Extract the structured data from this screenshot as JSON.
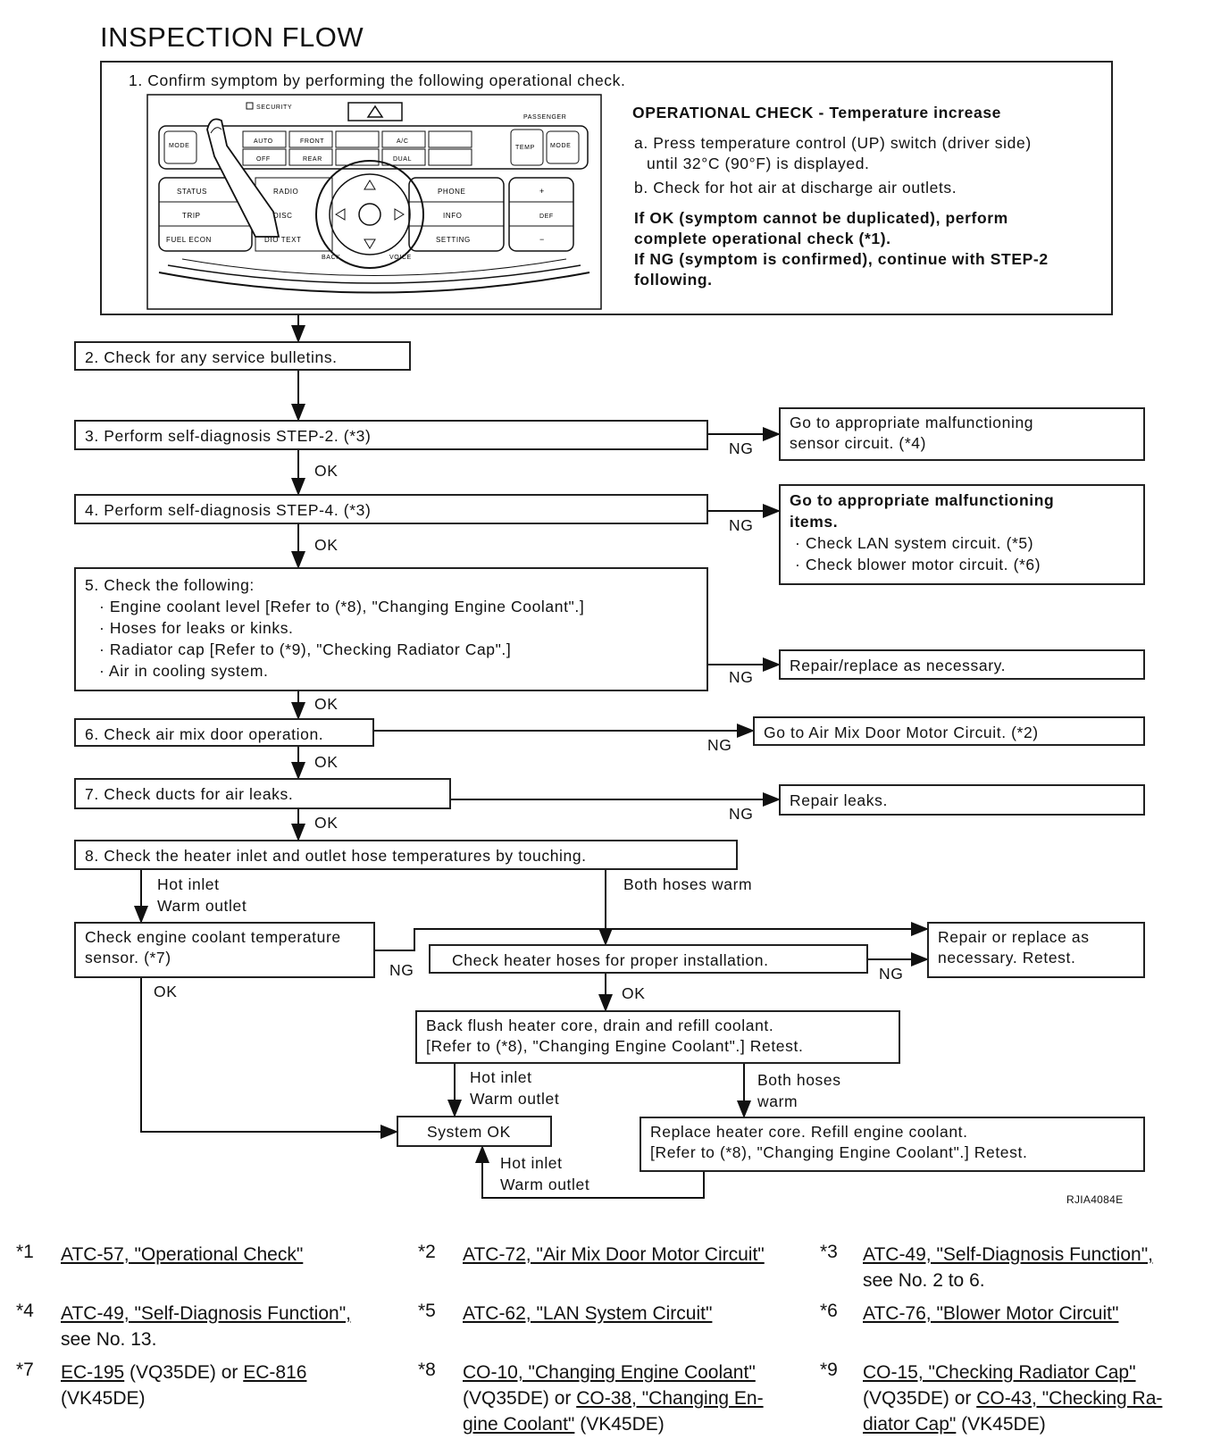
{
  "title": "INSPECTION FLOW",
  "step1": {
    "text": "1. Confirm symptom by performing the following operational check.",
    "check_title": "OPERATIONAL CHECK - Temperature increase",
    "a1": "a. Press temperature control (UP) switch (driver side)",
    "a2": "until 32°C (90°F) is displayed.",
    "b": "b. Check for hot air at discharge air outlets.",
    "ok1": "If OK (symptom cannot be duplicated), perform",
    "ok2": "complete operational check (*1).",
    "ng1": "If NG (symptom is confirmed), continue with STEP-2",
    "ng2": "following."
  },
  "panel": {
    "security": "SECURITY",
    "passenger": "PASSENGER",
    "mode": "MODE",
    "auto": "AUTO",
    "off": "OFF",
    "front": "FRONT",
    "rear": "REAR",
    "ac": "A/C",
    "dual": "DUAL",
    "temp": "TEMP",
    "status": "STATUS",
    "trip": "TRIP",
    "fuel": "FUEL ECON",
    "radio": "RADIO",
    "disc": "DISC",
    "dio": "DIO TEXT",
    "phone": "PHONE",
    "info": "INFO",
    "setting": "SETTING",
    "def": "DEF",
    "back": "BACK",
    "voice": "VOICE",
    "plus": "+",
    "minus": "−"
  },
  "step2": "2. Check for any service bulletins.",
  "step3": "3. Perform self-diagnosis STEP-2. (*3)",
  "step3_ng": {
    "l1": "Go to appropriate malfunctioning",
    "l2": "sensor circuit. (*4)"
  },
  "step4": "4. Perform self-diagnosis STEP-4. (*3)",
  "step4_ng": {
    "l1": "Go to appropriate malfunctioning",
    "l2": "items.",
    "l3": "· Check LAN system circuit. (*5)",
    "l4": "· Check blower motor circuit. (*6)"
  },
  "step5": {
    "l1": "5.  Check the following:",
    "l2": "· Engine coolant level [Refer to (*8), \"Changing Engine Coolant\".]",
    "l3": "· Hoses for leaks or kinks.",
    "l4": "· Radiator cap [Refer to (*9), \"Checking Radiator Cap\".]",
    "l5": "· Air in cooling system."
  },
  "step5_ng": "Repair/replace as necessary.",
  "step6": "6. Check air mix door operation.",
  "step6_ng": "Go to Air Mix Door Motor Circuit. (*2)",
  "step7": "7. Check ducts for air leaks.",
  "step7_ng": "Repair leaks.",
  "step8": "8. Check the heater inlet and outlet hose temperatures by touching.",
  "hot_inlet": "Hot inlet",
  "warm_outlet": "Warm outlet",
  "both_warm": "Both hoses warm",
  "both_hoses": "Both hoses",
  "warm": "warm",
  "ect_sensor": {
    "l1": "Check engine coolant temperature",
    "l2": "sensor. (*7)"
  },
  "heater_hoses": "Check heater hoses for proper installation.",
  "repair_replace": {
    "l1": "Repair or replace as",
    "l2": "necessary. Retest."
  },
  "back_flush": {
    "l1": "Back flush heater core, drain and refill coolant.",
    "l2": "[Refer to (*8), \"Changing Engine Coolant\".] Retest."
  },
  "system_ok": "System OK",
  "replace_core": {
    "l1": "Replace heater core. Refill engine coolant.",
    "l2": "[Refer to (*8), \"Changing Engine Coolant\".] Retest."
  },
  "ok": "OK",
  "ng": "NG",
  "ref_code": "RJIA4084E",
  "footnotes": [
    {
      "star": "*1",
      "l1": "ATC-57, \"Operational Check\""
    },
    {
      "star": "*2",
      "l1": "ATC-72, \"Air Mix Door Motor Circuit\""
    },
    {
      "star": "*3",
      "l1": "ATC-49, \"Self-Diagnosis Function\",",
      "l2": "see No. 2  to 6."
    },
    {
      "star": "*4",
      "l1": "ATC-49, \"Self-Diagnosis Function\",",
      "l2": "see No. 13."
    },
    {
      "star": "*5",
      "l1": "ATC-62, \"LAN System Circuit\""
    },
    {
      "star": "*6",
      "l1": "ATC-76, \"Blower Motor Circuit\""
    },
    {
      "star": "*7",
      "l1a": "EC-195",
      "l1b": " (VQ35DE) or ",
      "l1c": "EC-816",
      "l2": "(VK45DE)"
    },
    {
      "star": "*8",
      "l1": "CO-10, \"Changing Engine Coolant\"",
      "l2a": "(VQ35DE) or ",
      "l2b": "CO-38, \"Changing En-",
      "l3a": "gine Coolant\"",
      "l3b": " (VK45DE)"
    },
    {
      "star": "*9",
      "l1": "CO-15, \"Checking Radiator Cap\"",
      "l2a": "(VQ35DE) or ",
      "l2b": "CO-43, \"Checking Ra-",
      "l3a": "diator Cap\"",
      "l3b": " (VK45DE)"
    }
  ]
}
